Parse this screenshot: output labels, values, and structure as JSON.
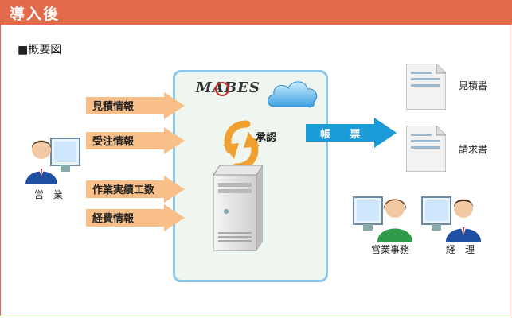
{
  "header": {
    "title": "導入後"
  },
  "subtitle": "■概要図",
  "logo": {
    "text": "MABES"
  },
  "inputs": [
    {
      "label": "見積情報"
    },
    {
      "label": "受注情報"
    },
    {
      "label": "作業実績工数"
    },
    {
      "label": "経費情報"
    }
  ],
  "approval": {
    "label": "承認"
  },
  "output": {
    "label": "帳 票"
  },
  "documents": [
    {
      "label": "見積書"
    },
    {
      "label": "請求書"
    }
  ],
  "people": {
    "sales": {
      "label": "営　業"
    },
    "office": {
      "label": "営業事務"
    },
    "accounting": {
      "label": "経　理"
    }
  },
  "colors": {
    "header": "#e26a4a",
    "panel_border": "#8cc6e8",
    "input_arrow": "#f8c088",
    "output_arrow": "#1a9ad6",
    "approval_arrow": "#f0a030"
  }
}
